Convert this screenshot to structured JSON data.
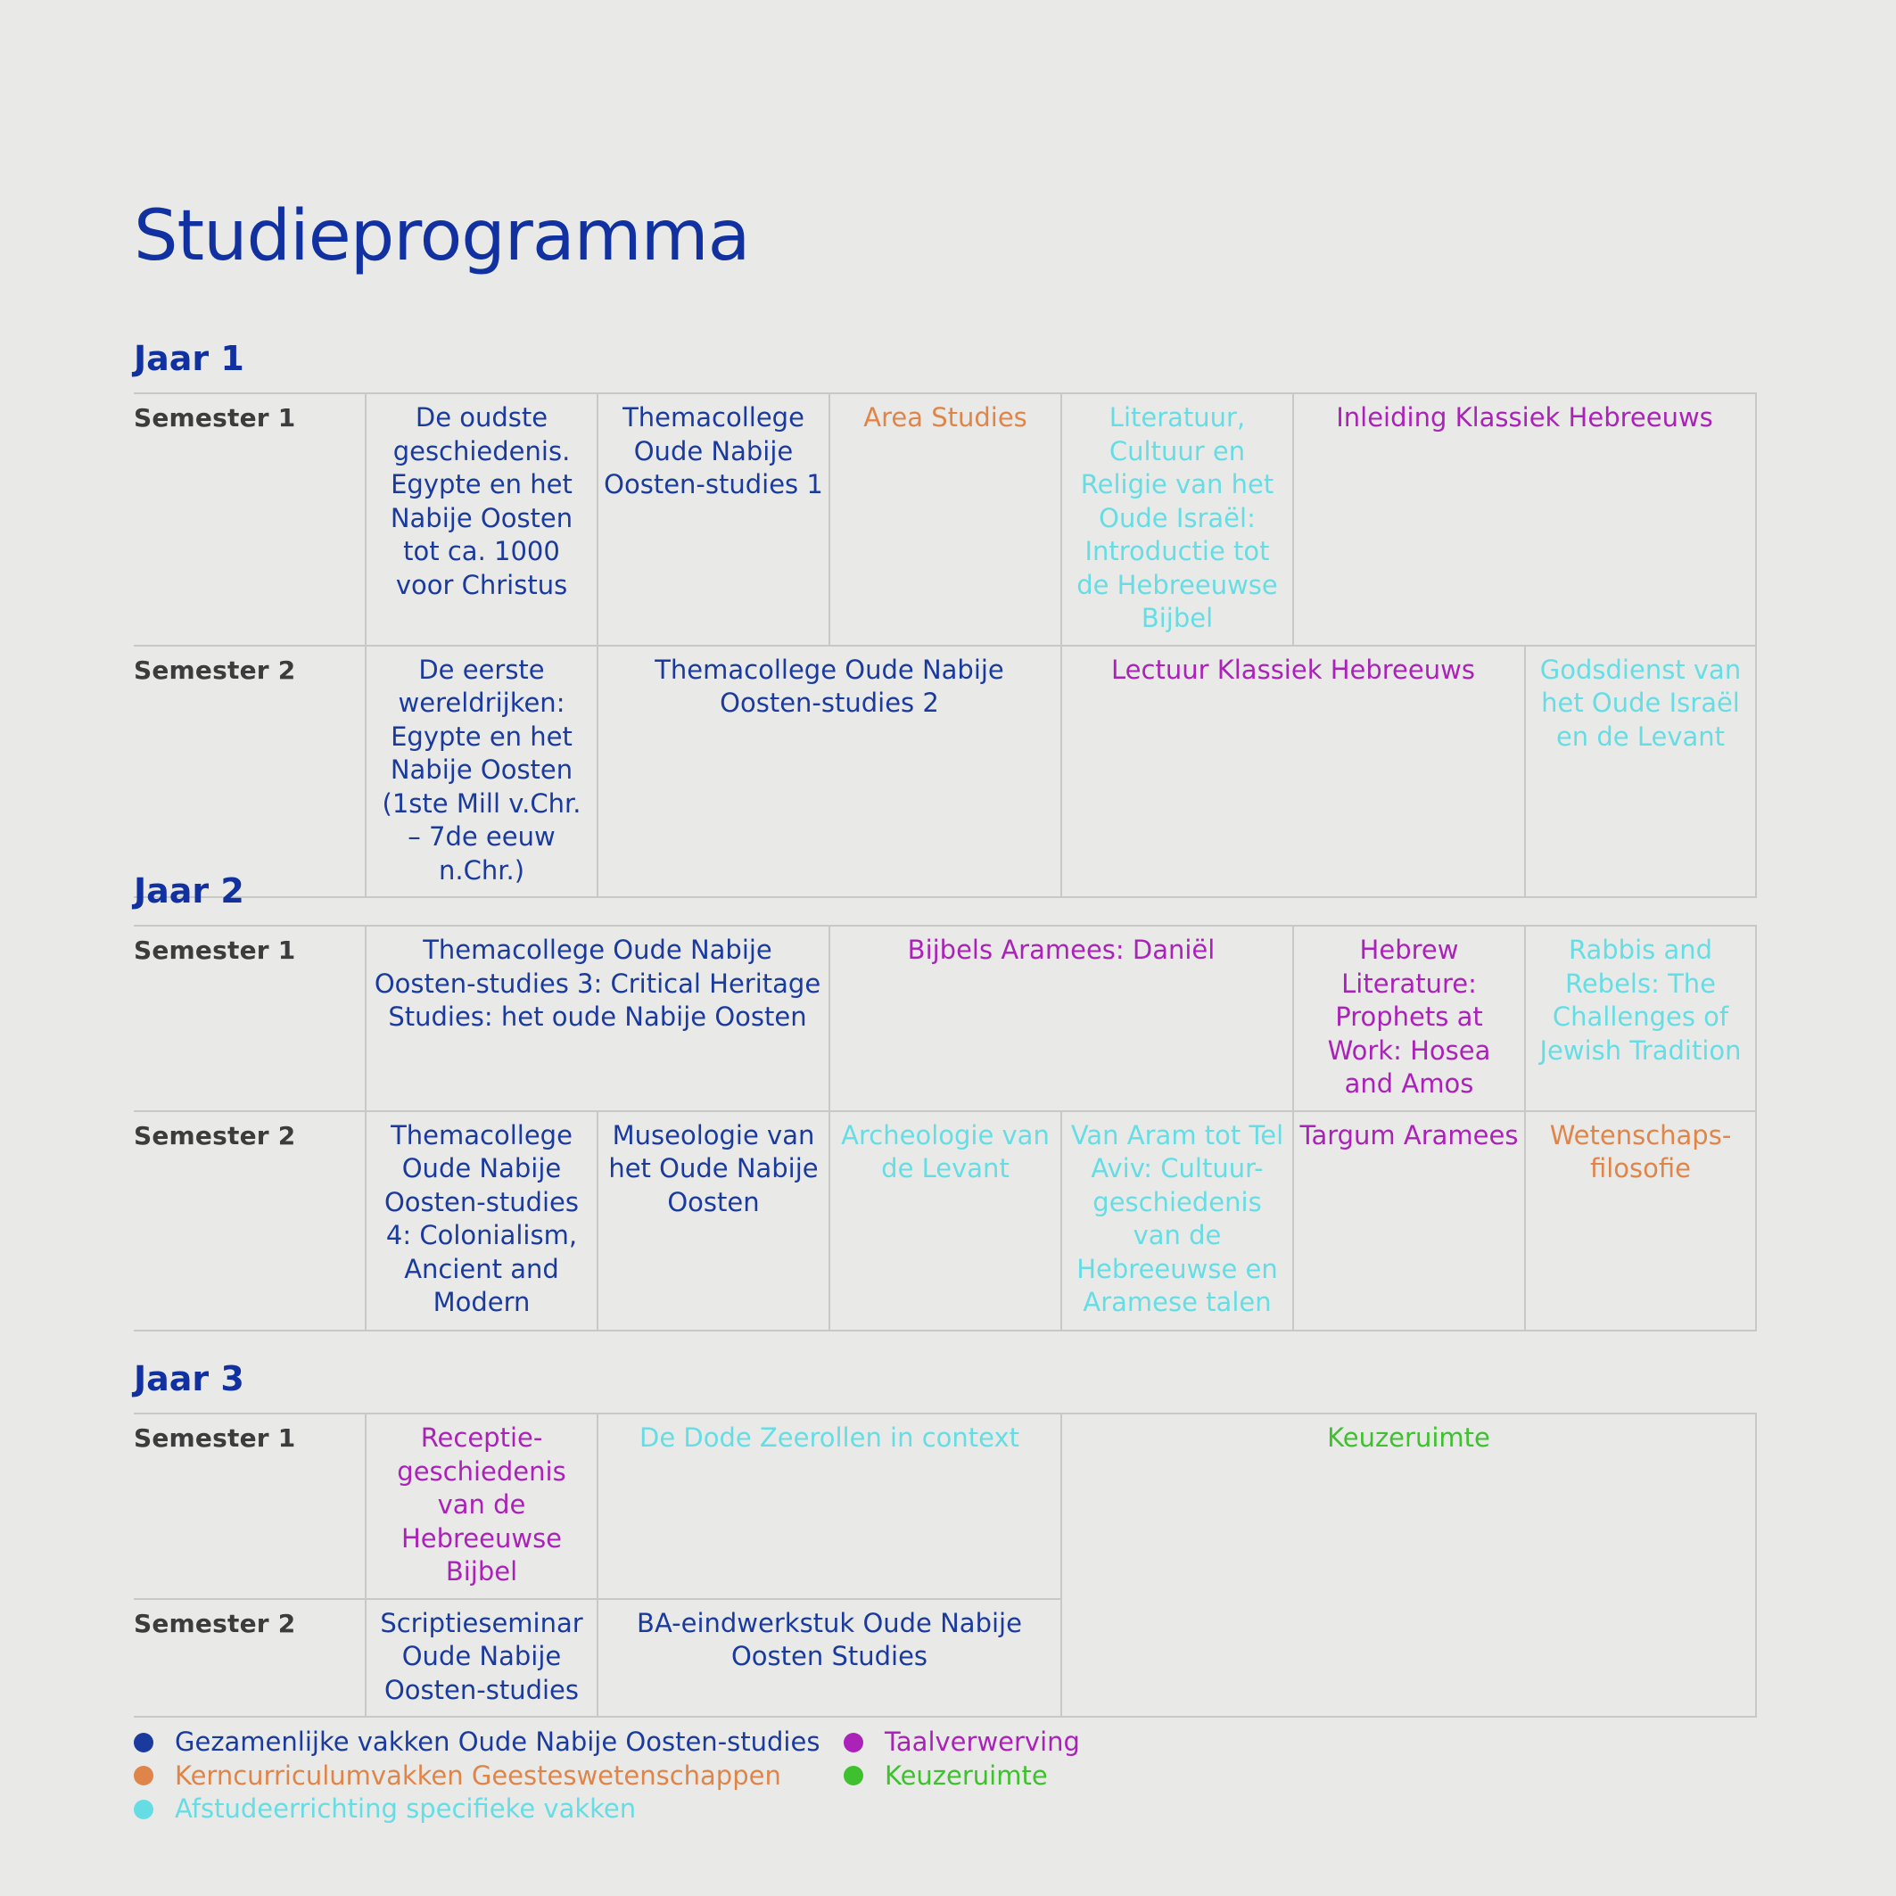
{
  "title": "Studieprogramma",
  "colors": {
    "gezamenlijk": "#1a3a9e",
    "kerncurriculum": "#e0854a",
    "afstudeerrichting": "#66dde4",
    "taalverwerving": "#ab22b8",
    "keuzeruimte": "#3ec02f"
  },
  "years": [
    {
      "label": "Jaar 1",
      "semesters": [
        {
          "label": "Semester 1",
          "courses": [
            {
              "name": "De oudste geschiedenis. Egypte en het Nabije Oosten tot ca. 1000 voor Christus",
              "category": "gezamenlijk"
            },
            {
              "name": "Themacollege Oude Nabije Oosten-studies 1",
              "category": "gezamenlijk"
            },
            {
              "name": "Area Studies",
              "category": "kerncurriculum"
            },
            {
              "name": "Literatuur, Cultuur en Religie van het Oude Israël: Introductie tot de Hebreeuwse Bijbel",
              "category": "afstudeerrichting"
            },
            {
              "name": "Inleiding Klassiek Hebreeuws",
              "category": "taalverwerving"
            }
          ]
        },
        {
          "label": "Semester 2",
          "courses": [
            {
              "name": "De eerste wereldrijken: Egypte en het Nabije Oosten (1ste Mill v.Chr. – 7de eeuw n.Chr.)",
              "category": "gezamenlijk"
            },
            {
              "name": "Themacollege Oude Nabije Oosten-studies 2",
              "category": "gezamenlijk"
            },
            {
              "name": "Lectuur Klassiek Hebreeuws",
              "category": "taalverwerving"
            },
            {
              "name": "Godsdienst van het Oude Israël en de Levant",
              "category": "afstudeerrichting"
            }
          ]
        }
      ]
    },
    {
      "label": "Jaar 2",
      "semesters": [
        {
          "label": "Semester 1",
          "courses": [
            {
              "name": "Themacollege Oude Nabije Oosten-studies 3: Critical Heritage Studies: het oude Nabije Oosten",
              "category": "gezamenlijk"
            },
            {
              "name": "Bijbels Aramees: Daniël",
              "category": "taalverwerving"
            },
            {
              "name": "Hebrew Literature: Prophets at Work: Hosea and Amos",
              "category": "taalverwerving"
            },
            {
              "name": "Rabbis and Rebels: The Challenges of Jewish Tradition",
              "category": "afstudeerrichting"
            }
          ]
        },
        {
          "label": "Semester 2",
          "courses": [
            {
              "name": "Themacollege Oude Nabije Oosten-studies 4: Colonialism, Ancient and Modern",
              "category": "gezamenlijk"
            },
            {
              "name": "Museologie van het Oude Nabije Oosten",
              "category": "gezamenlijk"
            },
            {
              "name": "Archeologie van de Levant",
              "category": "afstudeerrichting"
            },
            {
              "name": "Van Aram tot Tel Aviv: Cultuur-geschiedenis van de Hebreeuwse en Aramese talen",
              "category": "afstudeerrichting"
            },
            {
              "name": "Targum Aramees",
              "category": "taalverwerving"
            },
            {
              "name": "Wetenschaps-filosofie",
              "category": "kerncurriculum"
            }
          ]
        }
      ]
    },
    {
      "label": "Jaar 3",
      "semesters": [
        {
          "label": "Semester 1",
          "courses": [
            {
              "name": "Receptie-geschiedenis van de Hebreeuwse Bijbel",
              "category": "taalverwerving"
            },
            {
              "name": "De Dode Zeerollen in context",
              "category": "afstudeerrichting"
            },
            {
              "name": "Keuzeruimte",
              "category": "keuzeruimte"
            }
          ]
        },
        {
          "label": "Semester 2",
          "courses": [
            {
              "name": "Scriptieseminar Oude Nabije Oosten-studies",
              "category": "gezamenlijk"
            },
            {
              "name": "BA-eindwerkstuk Oude Nabije Oosten Studies",
              "category": "gezamenlijk"
            }
          ]
        }
      ]
    }
  ],
  "legend": [
    {
      "label": "Gezamenlijke vakken Oude Nabije Oosten-studies",
      "category": "gezamenlijk"
    },
    {
      "label": "Kerncurriculumvakken Geesteswetenschappen",
      "category": "kerncurriculum"
    },
    {
      "label": "Afstudeerrichting specifieke vakken",
      "category": "afstudeerrichting"
    },
    {
      "label": "Taalverwerving",
      "category": "taalverwerving"
    },
    {
      "label": "Keuzeruimte",
      "category": "keuzeruimte"
    }
  ]
}
